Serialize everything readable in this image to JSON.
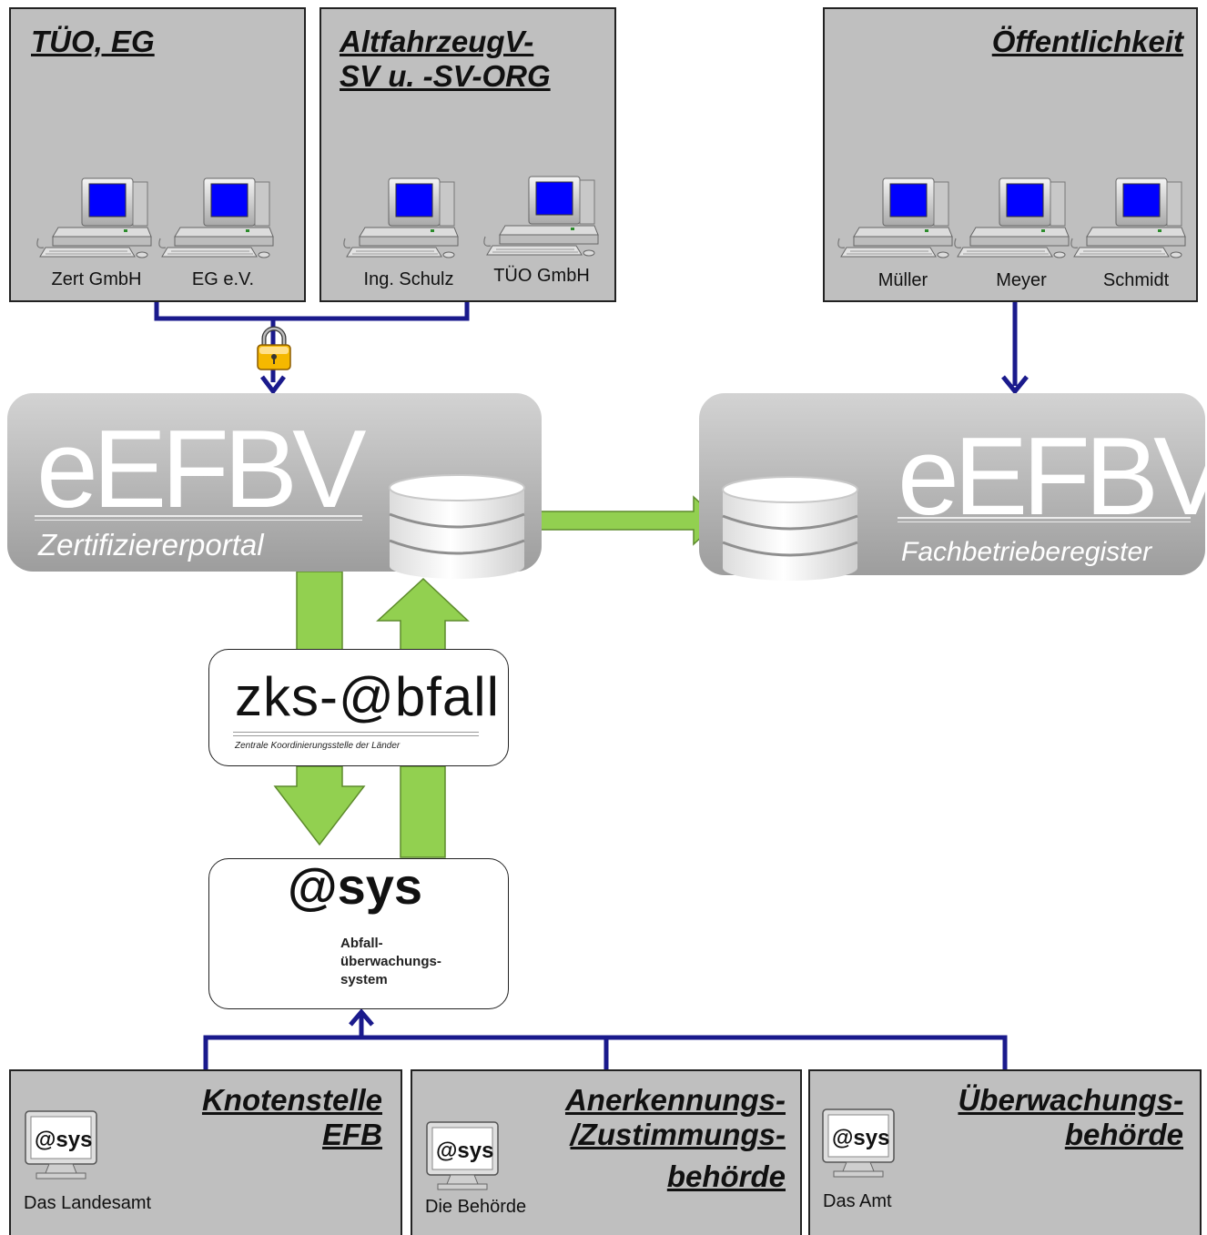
{
  "top_groups": [
    {
      "title_line1": "TÜO, EG",
      "title_line2": "",
      "workstations": [
        "Zert GmbH",
        "EG e.V."
      ]
    },
    {
      "title_line1": "AltfahrzeugV-",
      "title_line2": "SV u. -SV-ORG",
      "workstations": [
        "Ing. Schulz",
        "TÜO GmbH"
      ]
    },
    {
      "title_line1": "Öffentlichkeit",
      "title_line2": "",
      "workstations": [
        "Müller",
        "Meyer",
        "Schmidt"
      ]
    }
  ],
  "portals": {
    "left": {
      "name": "eEFBV",
      "subtitle": "Zertifiziererportal"
    },
    "right": {
      "name": "eEFBV",
      "subtitle": "Fachbetrieberegister"
    }
  },
  "zks": {
    "logo": "zks-@bfall",
    "subtitle": "Zentrale Koordinierungsstelle der Länder"
  },
  "asys": {
    "logo": "@sys",
    "line1": "Abfall-",
    "line2": "überwachungs-",
    "line3": "system"
  },
  "bottom_groups": [
    {
      "title_line1": "Knotenstelle",
      "title_line2": "EFB",
      "title_line3": "",
      "org": "Das Landesamt",
      "icon_text": "@sys"
    },
    {
      "title_line1": "Anerkennungs-",
      "title_line2": "/Zustimmungs-",
      "title_line3": "behörde",
      "org": "Die Behörde",
      "icon_text": "@sys"
    },
    {
      "title_line1": "Überwachungs-",
      "title_line2": "behörde",
      "title_line3": "",
      "org": "Das Amt",
      "icon_text": "@sys"
    }
  ],
  "colors": {
    "box_fill": "#bfbfbf",
    "connector": "#1a1a8c",
    "flow_arrow": "#92d050",
    "screen": "#0000ff"
  },
  "icons": [
    "computer-icon",
    "lock-icon",
    "database-icon",
    "asys-monitor-icon"
  ]
}
